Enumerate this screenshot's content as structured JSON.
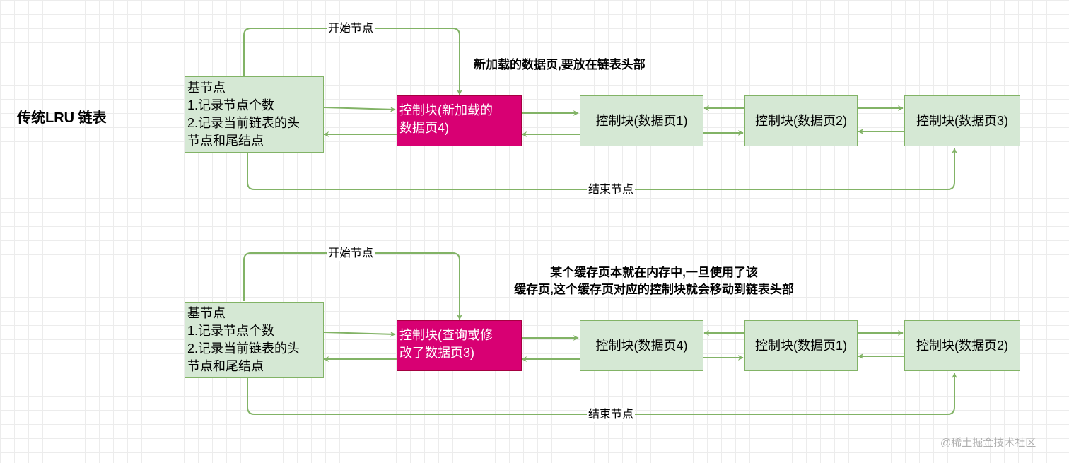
{
  "title": "传统LRU 链表",
  "watermark": "@稀土掘金技术社区",
  "diagram1": {
    "base_lines": [
      "基节点",
      "1.记录节点个数",
      "2.记录当前链表的头",
      "节点和尾结点"
    ],
    "hot_lines": [
      "控制块(新加载的",
      "数据页4)"
    ],
    "nodes": [
      "控制块(数据页1)",
      "控制块(数据页2)",
      "控制块(数据页3)"
    ],
    "start_label": "开始节点",
    "end_label": "结束节点",
    "note_lines": [
      "新加载的数据页,要放在链表头部"
    ]
  },
  "diagram2": {
    "base_lines": [
      "基节点",
      "1.记录节点个数",
      "2.记录当前链表的头",
      "节点和尾结点"
    ],
    "hot_lines": [
      "控制块(查询或修",
      "改了数据页3)"
    ],
    "nodes": [
      "控制块(数据页4)",
      "控制块(数据页1)",
      "控制块(数据页2)"
    ],
    "start_label": "开始节点",
    "end_label": "结束节点",
    "note_lines": [
      "某个缓存页本就在内存中,一旦使用了该",
      "缓存页,这个缓存页对应的控制块就会移动到链表头部"
    ]
  }
}
